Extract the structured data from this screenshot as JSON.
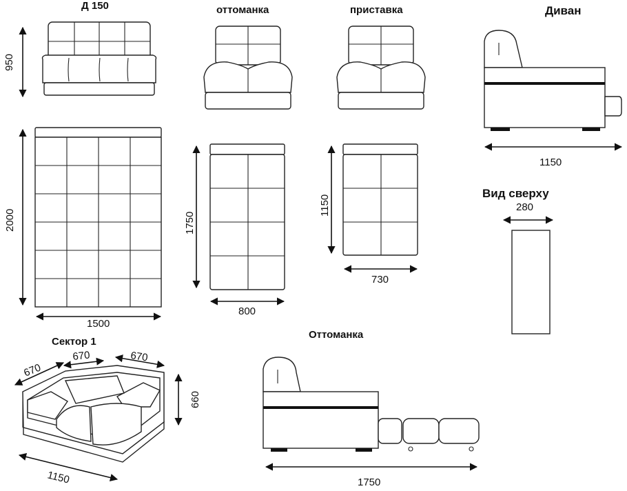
{
  "labels": {
    "d150": "Д 150",
    "ottomanka": "оттоманка",
    "pristavka": "приставка",
    "divan": "Диван",
    "vid_sverhu": "Вид сверху",
    "sektor": "Сектор 1",
    "ottomanka_cap": "Оттоманка"
  },
  "dimensions": {
    "d150_height": "950",
    "d150_bed_length": "2000",
    "d150_bed_width": "1500",
    "ottomanka_length": "1750",
    "ottomanka_width": "800",
    "pristavka_length": "1150",
    "pristavka_width": "730",
    "divan_depth": "1150",
    "top_view_width": "280",
    "sektor_side_a": "670",
    "sektor_side_b": "670",
    "sektor_side_c": "670",
    "sektor_height": "660",
    "sektor_depth": "1150",
    "ottomanka_side_length": "1750"
  }
}
